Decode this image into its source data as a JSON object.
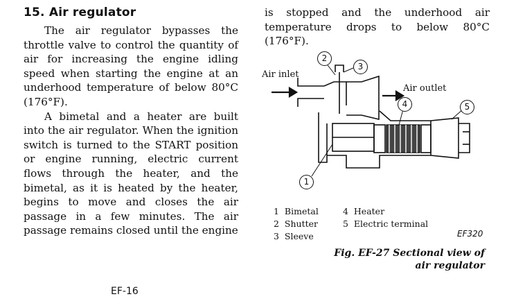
{
  "section": {
    "title": "15. Air regulator",
    "paragraph1": "The air regulator bypasses the throttle valve to control the quantity of air for increasing the engine idling speed when starting the engine at an underhood temperature of below 80°C (176°F).",
    "paragraph2": "A bimetal and a heater are built into the air regulator. When the ignition switch is turned to the START position or engine running, electric current flows through the heater, and the bimetal, as it is heated by the heater, begins to move and closes the air passage in a few minutes. The air passage remains closed until the engine",
    "continuation": "is stopped and the underhood air temperature drops to below 80°C (176°F)."
  },
  "figure": {
    "labels": {
      "air_inlet": "Air inlet",
      "air_outlet": "Air outlet"
    },
    "callouts": [
      "1",
      "2",
      "3",
      "4",
      "5"
    ],
    "legend": [
      {
        "num": "1",
        "name": "Bimetal"
      },
      {
        "num": "2",
        "name": "Shutter"
      },
      {
        "num": "3",
        "name": "Sleeve"
      },
      {
        "num": "4",
        "name": "Heater"
      },
      {
        "num": "5",
        "name": "Electric terminal"
      }
    ],
    "code": "EF320",
    "caption_line1": "Fig. EF-27 Sectional view of",
    "caption_line2": "air regulator"
  },
  "page": {
    "number": "EF-16"
  }
}
